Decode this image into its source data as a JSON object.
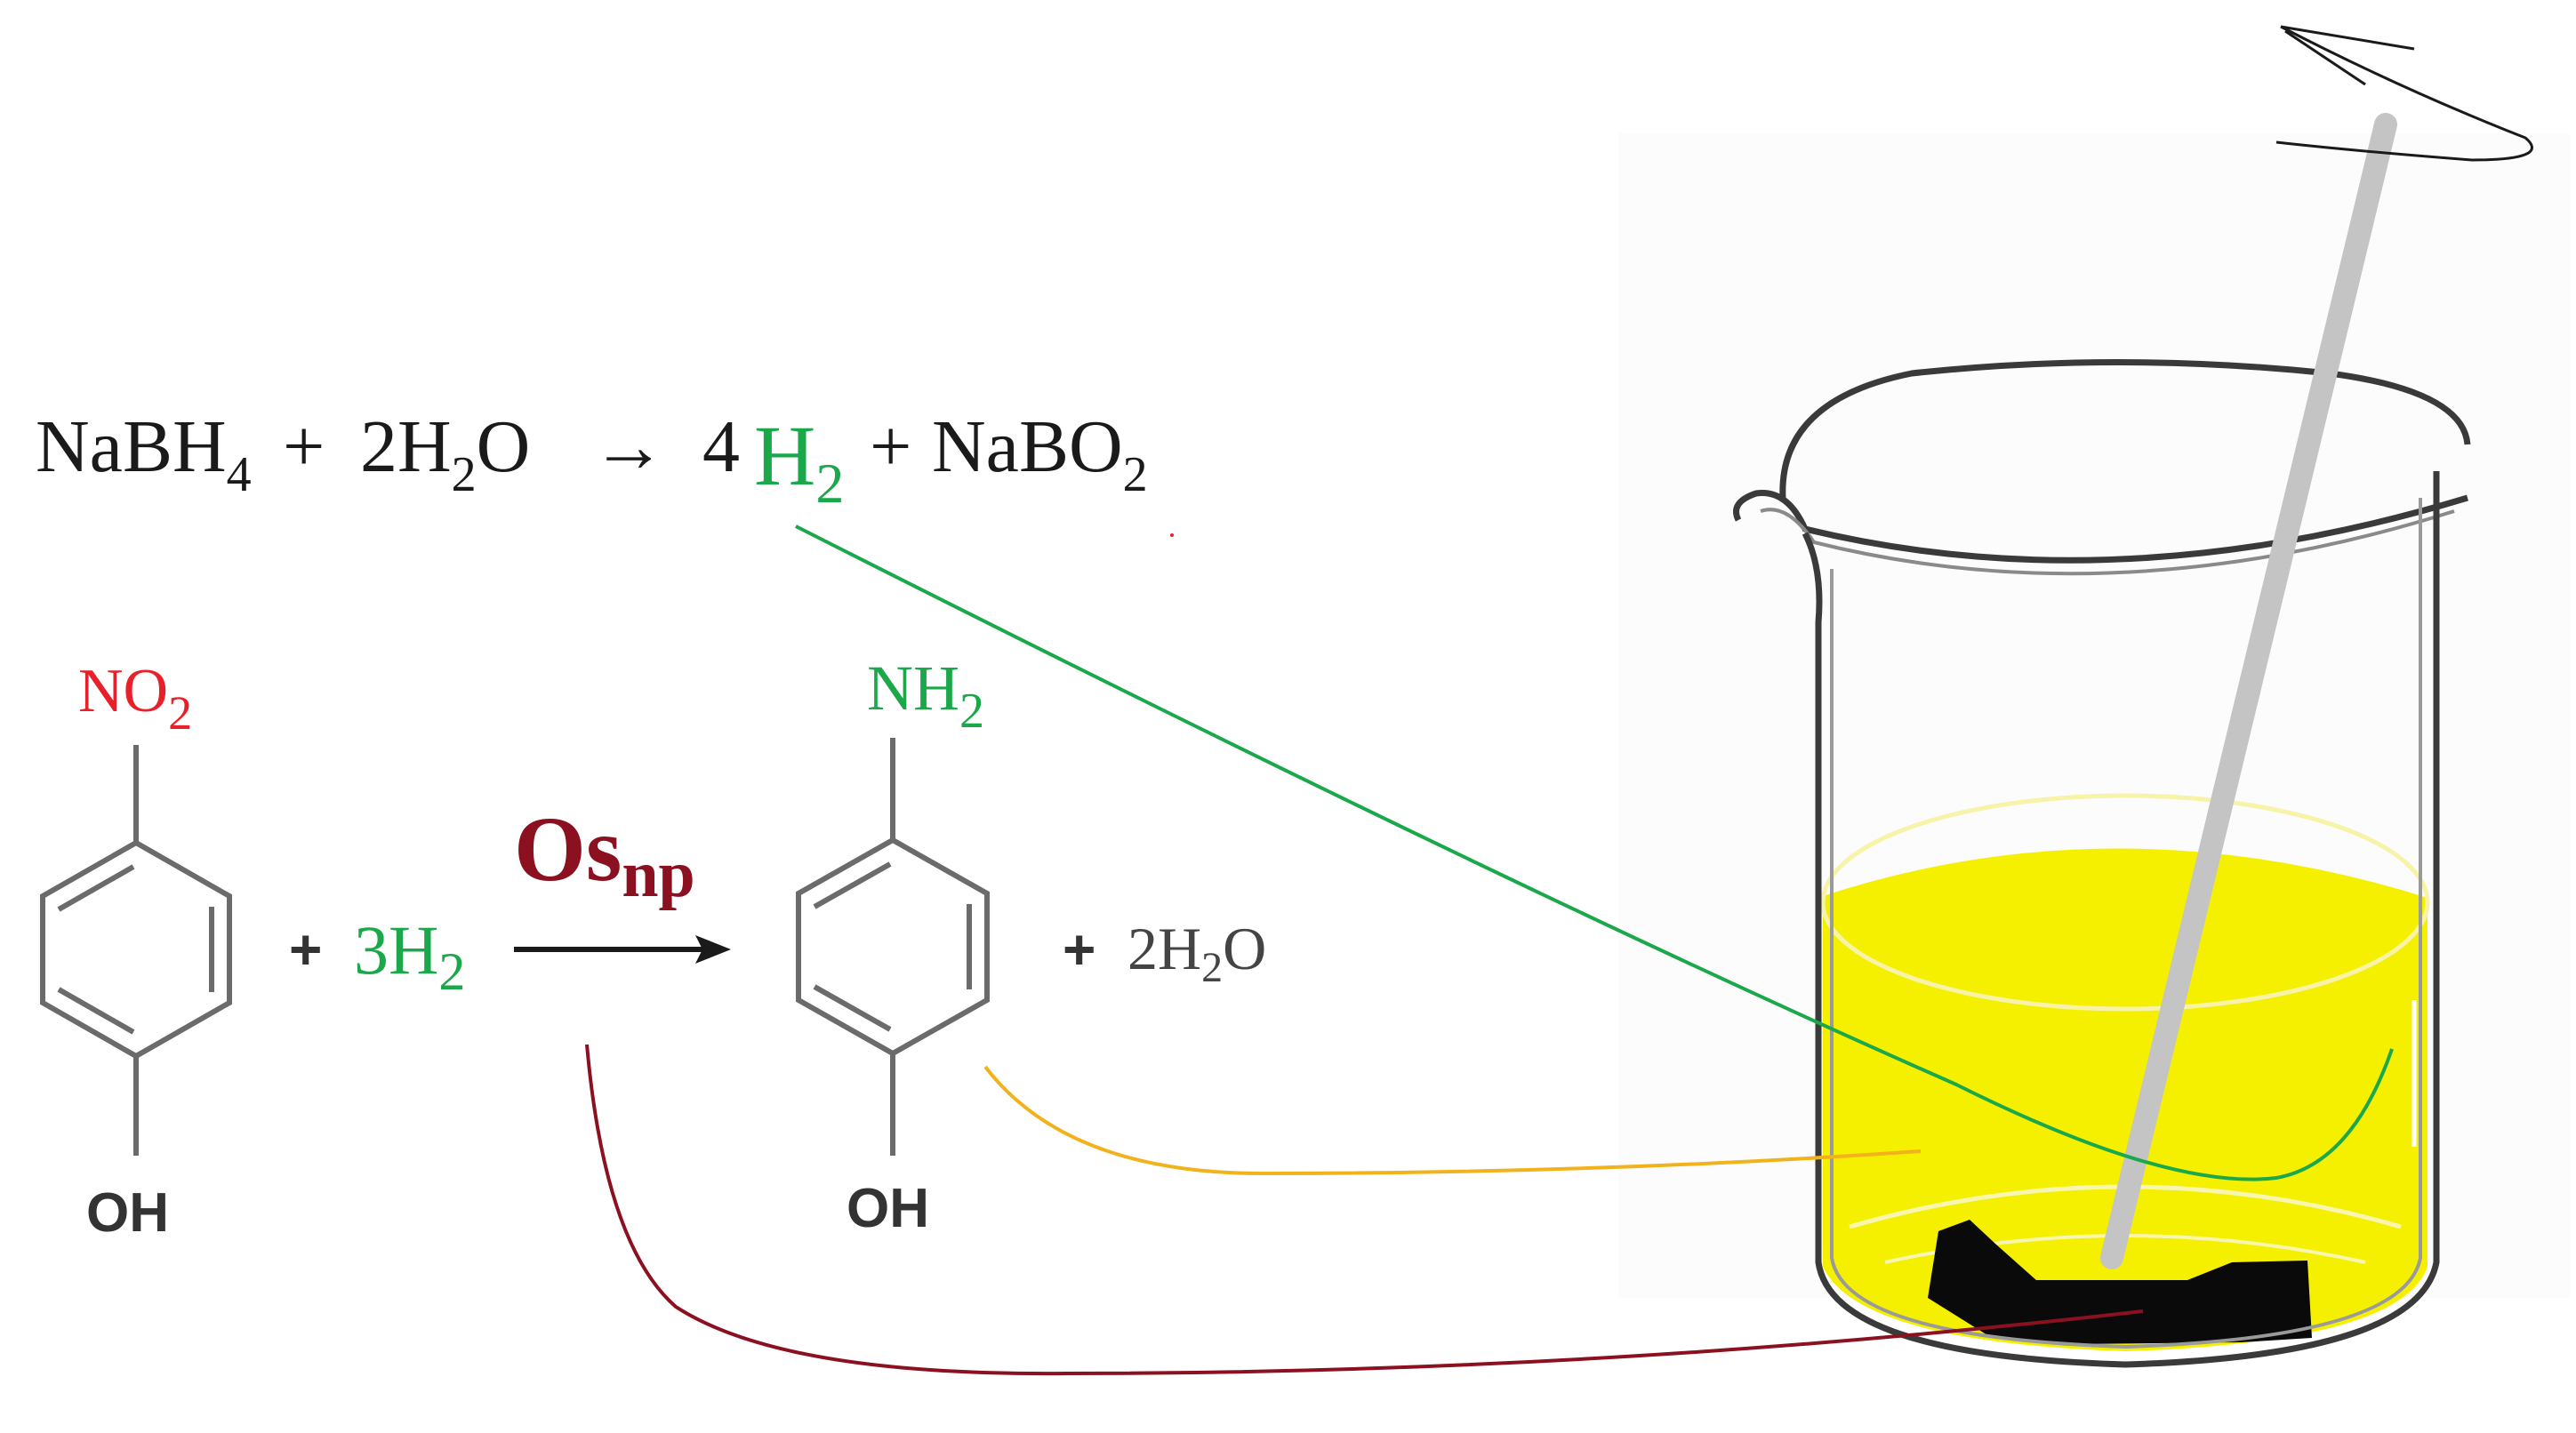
{
  "colors": {
    "black": "#1a1a1a",
    "green": "#1aa84a",
    "red": "#e8202a",
    "maroon": "#8b1020",
    "gray": "#6b6b6b",
    "yellow": "#f5f000",
    "orange": "#f2b21c"
  },
  "eq1": {
    "reactant1": "NaBH",
    "reactant1_sub": "4",
    "plus1": "+",
    "reactant2": "2H",
    "reactant2_sub": "2",
    "reactant2_tail": "O",
    "arrow": "→",
    "coef": "4",
    "product1": "H",
    "product1_sub": "2",
    "plus2": "+",
    "product2": "NaBO",
    "product2_sub": "2"
  },
  "eq2": {
    "reactant_group_top": "NO",
    "reactant_group_top_sub": "2",
    "reactant_group_bottom": "OH",
    "plus1": "+",
    "h2": "3H",
    "h2_sub": "2",
    "catalyst_main": "Os",
    "catalyst_sub": "np",
    "product_group_top": "NH",
    "product_group_top_sub": "2",
    "product_group_bottom": "OH",
    "plus2": "+",
    "water": "2H",
    "water_sub": "2",
    "water_tail": "O"
  },
  "beaker": {
    "liquid_color": "#f5f000",
    "catalyst_color": "#0a0a0a",
    "rod_color": "#c4c4c4"
  }
}
